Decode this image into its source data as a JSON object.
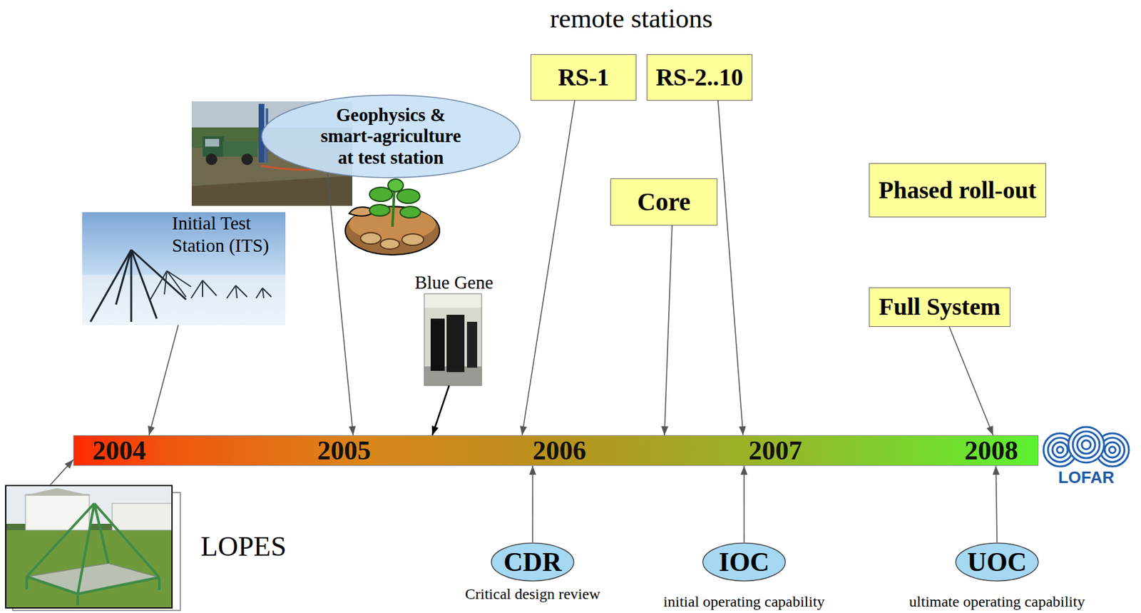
{
  "diagram": {
    "nodes": [
      {
        "text": [
          "RS-1"
        ]
      },
      {
        "text": [
          "RS-2..10"
        ]
      },
      {
        "text": [
          "Geophysics & smart-agriculture at test station"
        ]
      },
      {
        "text": [
          "Core"
        ]
      },
      {
        "text": [
          "Phased roll-out"
        ]
      },
      {
        "text": [
          "Initial Test Station (ITS)"
        ]
      },
      {
        "text": [
          "Blue Gene"
        ]
      },
      {
        "text": [
          "Full System"
        ]
      },
      {
        "text": [
          "2004",
          "2005",
          "2006",
          "2007",
          "2008"
        ]
      },
      {
        "text": [
          "LOPES"
        ]
      },
      {
        "text": [
          "CDR",
          "Critical design review"
        ]
      },
      {
        "text": [
          "IOC",
          "initial operating capability"
        ]
      },
      {
        "text": [
          "UOC",
          "ultimate operating capability"
        ]
      }
    ],
    "edges": [
      {
        "from": 0,
        "to": 8,
        "arrow": "to"
      },
      {
        "from": 1,
        "to": 8,
        "arrow": "to"
      },
      {
        "from": 2,
        "to": 8,
        "arrow": "to"
      },
      {
        "from": 3,
        "to": 8,
        "arrow": "to"
      },
      {
        "from": 5,
        "to": 8,
        "arrow": "to"
      },
      {
        "from": 6,
        "to": 8,
        "arrow": "to"
      },
      {
        "from": 7,
        "to": 8,
        "arrow": "to"
      },
      {
        "from": 9,
        "to": 8,
        "arrow": "to"
      },
      {
        "from": 10,
        "to": 8,
        "arrow": "to"
      },
      {
        "from": 11,
        "to": 8,
        "arrow": "to"
      },
      {
        "from": 12,
        "to": 8,
        "arrow": "to"
      }
    ],
    "labels": [
      "remote stations",
      "LOFAR"
    ]
  }
}
